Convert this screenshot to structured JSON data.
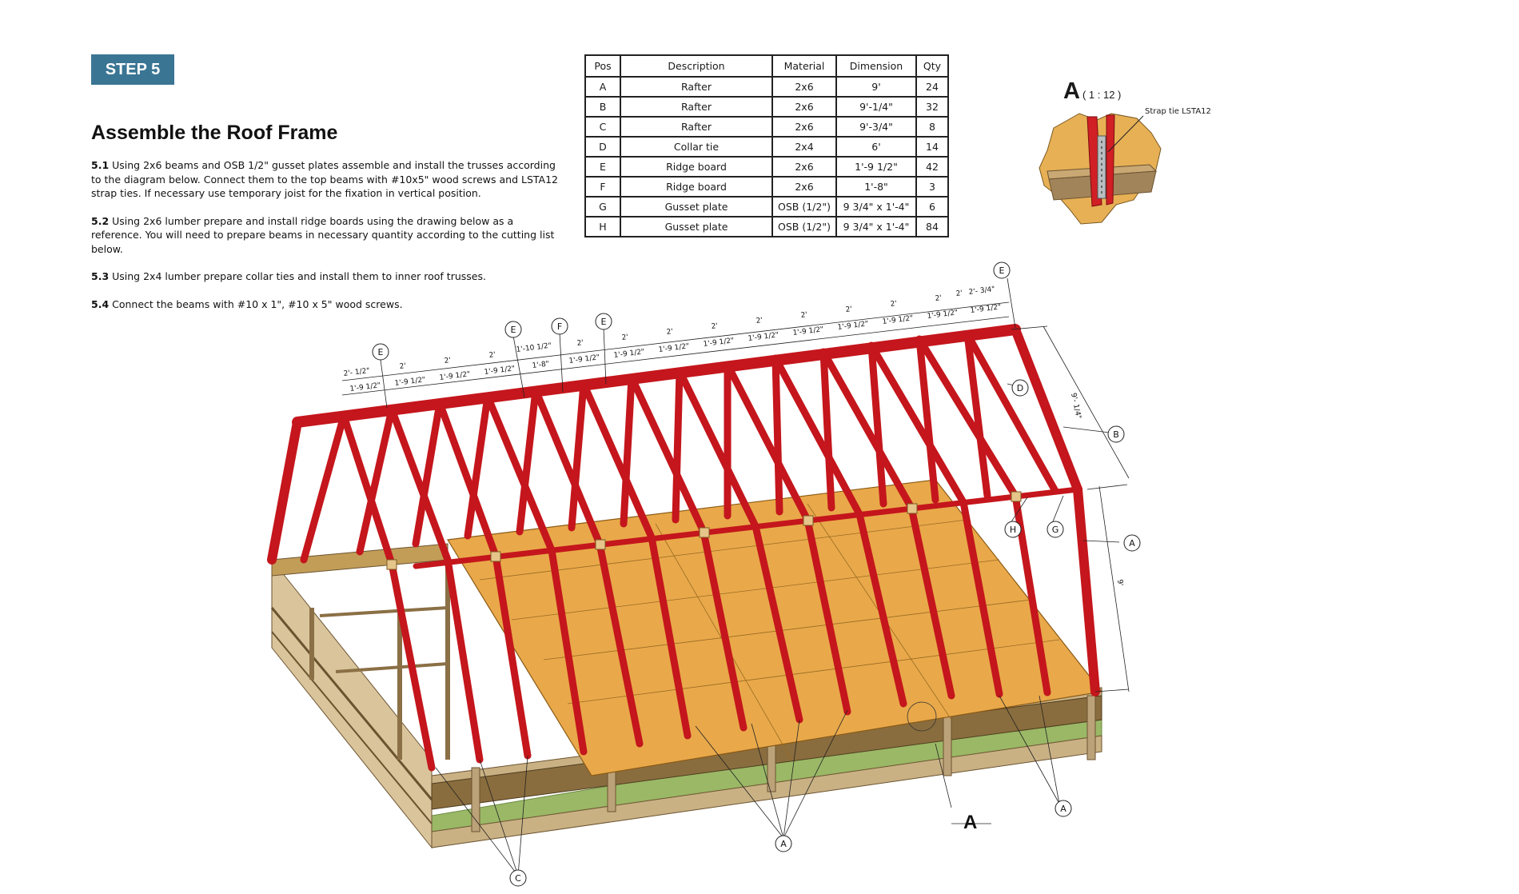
{
  "step_label": "STEP 5",
  "title": "Assemble the Roof Frame",
  "instructions": [
    {
      "num": "5.1",
      "text": " Using 2x6 beams and OSB 1/2\" gusset plates assemble and install the trusses according to the diagram below. Connect them to the top beams with #10x5\" wood screws and LSTA12 strap ties. If necessary use temporary joist for the fixation in vertical position."
    },
    {
      "num": "5.2",
      "text": " Using 2x6 lumber prepare and install ridge boards using the drawing below as a reference. You will need to prepare beams in necessary quantity according to the cutting list below."
    },
    {
      "num": "5.3",
      "text": " Using 2x4 lumber prepare collar ties and install them to inner roof trusses."
    },
    {
      "num": "5.4",
      "text": " Connect the beams with #10 x 1\", #10 x 5\" wood screws."
    }
  ],
  "table": {
    "headers": [
      "Pos",
      "Description",
      "Material",
      "Dimension",
      "Qty"
    ],
    "rows": [
      [
        "A",
        "Rafter",
        "2x6",
        "9'",
        "24"
      ],
      [
        "B",
        "Rafter",
        "2x6",
        "9'-1/4\"",
        "32"
      ],
      [
        "C",
        "Rafter",
        "2x6",
        "9'-3/4\"",
        "8"
      ],
      [
        "D",
        "Collar tie",
        "2x4",
        "6'",
        "14"
      ],
      [
        "E",
        "Ridge board",
        "2x6",
        "1'-9 1/2\"",
        "42"
      ],
      [
        "F",
        "Ridge board",
        "2x6",
        "1'-8\"",
        "3"
      ],
      [
        "G",
        "Gusset plate",
        "OSB (1/2\")",
        "9 3/4\" x 1'-4\"",
        "6"
      ],
      [
        "H",
        "Gusset plate",
        "OSB (1/2\")",
        "9 3/4\" x 1'-4\"",
        "84"
      ]
    ]
  },
  "detail": {
    "label": "A",
    "scale": "( 1 : 12 )",
    "strap_label": "Strap tie LSTA12",
    "callout": "A"
  },
  "dimensions": {
    "top_row": [
      "2'- 1/2\"",
      "2'",
      "2'",
      "2'",
      "1'-10 1/2\"",
      "2'",
      "2'",
      "2'",
      "2'",
      "2'",
      "2'",
      "2'",
      "2'",
      "2'",
      "2'",
      "2'- 3/4\""
    ],
    "bottom_row": [
      "1'-9 1/2\"",
      "1'-9 1/2\"",
      "1'-9 1/2\"",
      "1'-9 1/2\"",
      "1'-8\"",
      "1'-9 1/2\"",
      "1'-9 1/2\"",
      "1'-9 1/2\"",
      "1'-9 1/2\"",
      "1'-9 1/2\"",
      "1'-9 1/2\"",
      "1'-9 1/2\"",
      "1'-9 1/2\"",
      "1'-9 1/2\"",
      "1'-9 1/2\""
    ],
    "rafter_length_upper": "9'- 1/4\"",
    "rafter_length_lower": "9'"
  },
  "callouts": {
    "e1": "E",
    "e2": "E",
    "e3": "E",
    "e4": "E",
    "f": "F",
    "d": "D",
    "b": "B",
    "a_side": "A",
    "h": "H",
    "g": "G",
    "a_bottom": "A",
    "a_right": "A",
    "c": "C"
  },
  "colors": {
    "badge": "#3a7594",
    "rafter": "#c4161c",
    "osb": "#e9a94a",
    "lumber": "#d4bd90",
    "ground": "#9ab866"
  }
}
